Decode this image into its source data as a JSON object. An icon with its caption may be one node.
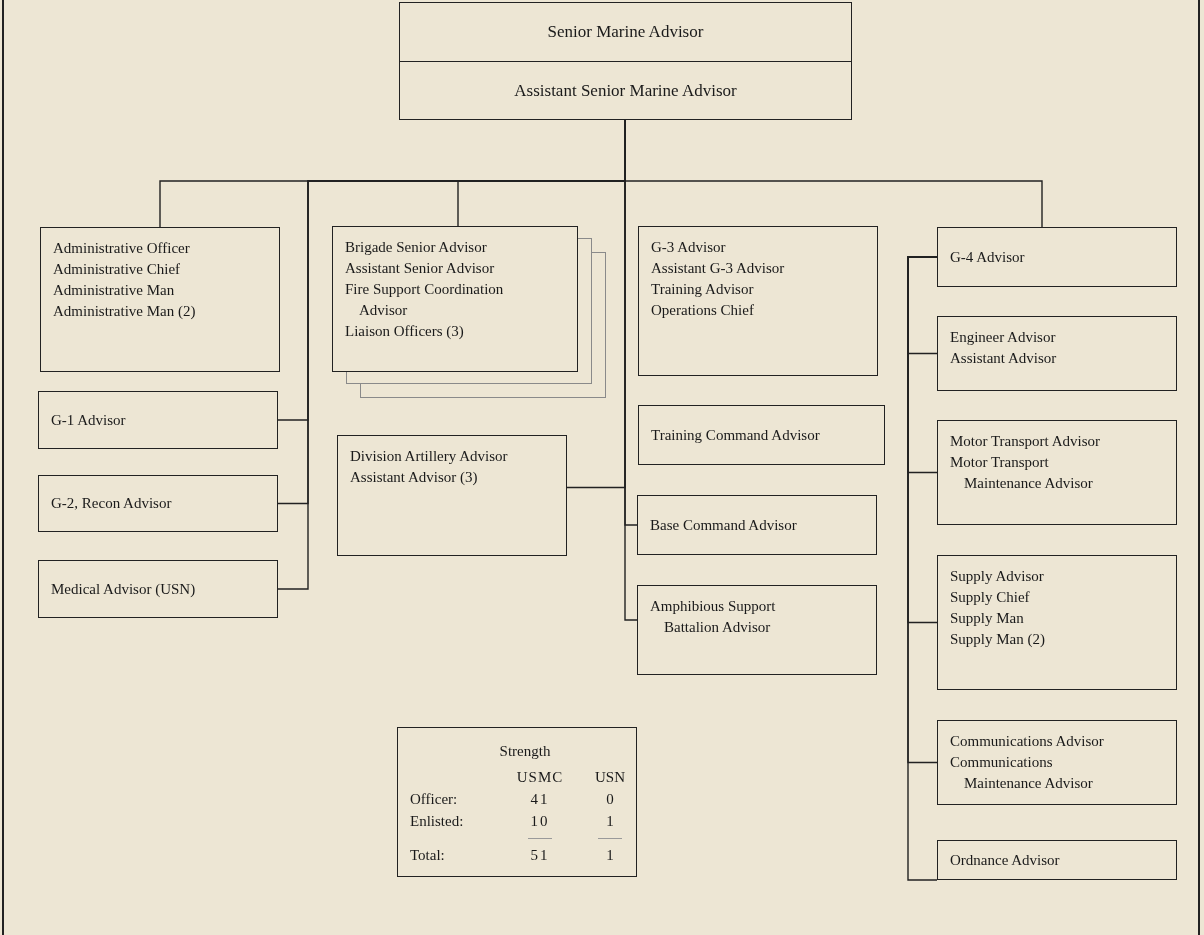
{
  "diagram": {
    "nodes": [
      {
        "text": [
          "Senior Marine Advisor",
          "Assistant Senior Marine Advisor"
        ]
      },
      {
        "text": [
          "Administrative Officer",
          "Administrative Chief",
          "Administrative Man",
          "Administrative Man (2)"
        ]
      },
      {
        "text": [
          "Brigade Senior Advisor",
          "Assistant Senior Advisor",
          "Fire Support Coordination Advisor",
          "Liaison Officers (3)"
        ]
      },
      {
        "text": [
          "G-3 Advisor",
          "Assistant G-3 Advisor",
          "Training Advisor",
          "Operations Chief"
        ]
      },
      {
        "text": [
          "G-4 Advisor"
        ]
      },
      {
        "text": [
          "G-1 Advisor"
        ]
      },
      {
        "text": [
          "G-2, Recon Advisor"
        ]
      },
      {
        "text": [
          "Medical Advisor (USN)"
        ]
      },
      {
        "text": [
          "Division Artillery Advisor",
          "Assistant Advisor (3)"
        ]
      },
      {
        "text": [
          "Training Command Advisor"
        ]
      },
      {
        "text": [
          "Base Command Advisor"
        ]
      },
      {
        "text": [
          "Amphibious Support Battalion Advisor"
        ]
      },
      {
        "text": [
          "Engineer Advisor",
          "Assistant Advisor"
        ]
      },
      {
        "text": [
          "Motor Transport Advisor",
          "Motor Transport Maintenance Advisor"
        ]
      },
      {
        "text": [
          "Supply Advisor",
          "Supply Chief",
          "Supply Man",
          "Supply Man (2)"
        ]
      },
      {
        "text": [
          "Communications Advisor",
          "Communications Maintenance Advisor"
        ]
      },
      {
        "text": [
          "Ordnance Advisor"
        ]
      },
      {
        "text": [
          "Strength",
          "USMC",
          "USN",
          "Officer:",
          "41",
          "0",
          "Enlisted:",
          "10",
          "1",
          "Total:",
          "51",
          "1"
        ]
      }
    ],
    "edges": [
      {
        "from": 0,
        "to": 1,
        "arrow": "none"
      },
      {
        "from": 0,
        "to": 2,
        "arrow": "none"
      },
      {
        "from": 0,
        "to": 4,
        "arrow": "none"
      },
      {
        "from": 0,
        "to": 5,
        "arrow": "none"
      },
      {
        "from": 0,
        "to": 6,
        "arrow": "none"
      },
      {
        "from": 0,
        "to": 7,
        "arrow": "none"
      },
      {
        "from": 0,
        "to": 8,
        "arrow": "none"
      },
      {
        "from": 0,
        "to": 10,
        "arrow": "none"
      },
      {
        "from": 0,
        "to": 11,
        "arrow": "none"
      },
      {
        "from": 4,
        "to": 12,
        "arrow": "none"
      },
      {
        "from": 4,
        "to": 13,
        "arrow": "none"
      },
      {
        "from": 4,
        "to": 14,
        "arrow": "none"
      },
      {
        "from": 4,
        "to": 15,
        "arrow": "none"
      },
      {
        "from": 4,
        "to": 16,
        "arrow": "none"
      }
    ]
  }
}
